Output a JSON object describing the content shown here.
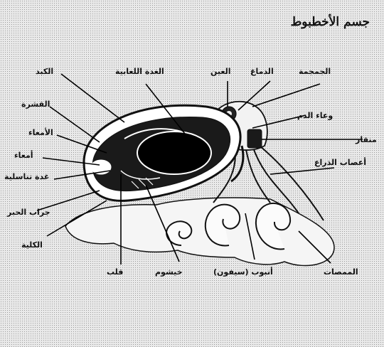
{
  "diagram": {
    "title": "جسم الأخطبوط",
    "labels": {
      "liver": "الكبد",
      "shell": "القشرة",
      "intestines": "الأمعاء",
      "ovary": "أمعاء",
      "sexual_organ": "غدة تناسلية",
      "ink_sac": "جراب الحبر",
      "kidney": "الكلية",
      "heart": "قلب",
      "gill": "خيشوم",
      "siphon": "أنبوب (سيفون)",
      "tentacles": "الممصات",
      "digestive_gland": "الغدة اللعابية",
      "eye": "العين",
      "brain": "الدماغ",
      "skull": "الجمجمة",
      "blood_vessel": "وعاء الدم",
      "beak": "منقار",
      "arm_nerves": "أعصاب الذراع"
    }
  }
}
